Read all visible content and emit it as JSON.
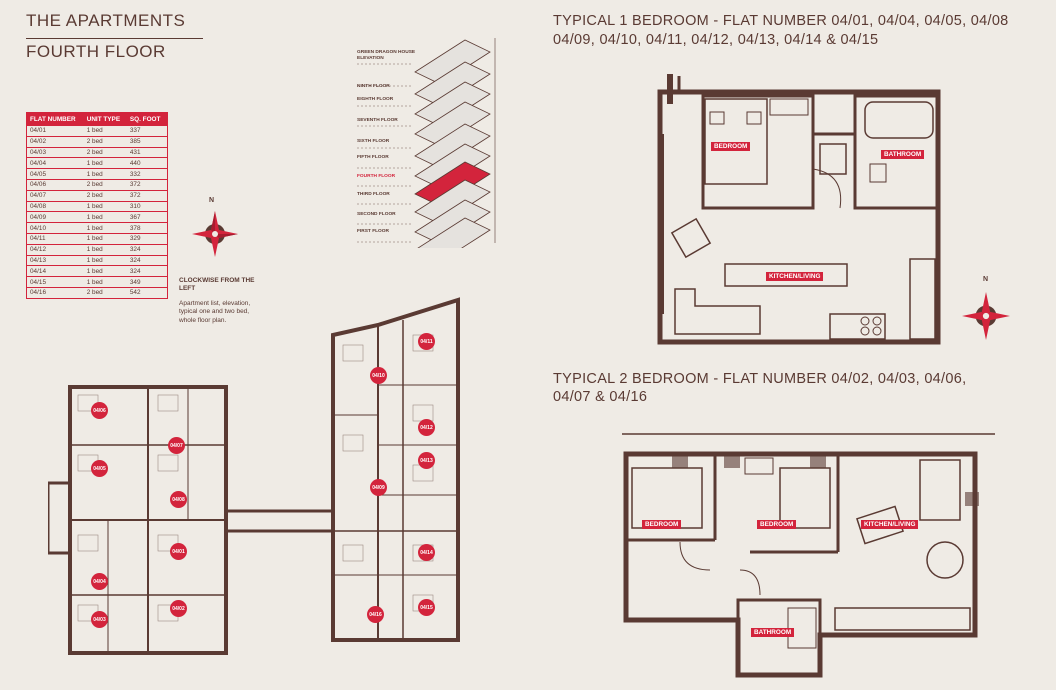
{
  "header": {
    "title": "THE APARTMENTS",
    "subtitle": "FOURTH FLOOR"
  },
  "apartment_table": {
    "headers": [
      "FLAT NUMBER",
      "UNIT TYPE",
      "SQ. FOOT"
    ],
    "rows": [
      [
        "04/01",
        "1 bed",
        "337"
      ],
      [
        "04/02",
        "2 bed",
        "385"
      ],
      [
        "04/03",
        "2 bed",
        "431"
      ],
      [
        "04/04",
        "1 bed",
        "440"
      ],
      [
        "04/05",
        "1 bed",
        "332"
      ],
      [
        "04/06",
        "2 bed",
        "372"
      ],
      [
        "04/07",
        "2 bed",
        "372"
      ],
      [
        "04/08",
        "1 bed",
        "310"
      ],
      [
        "04/09",
        "1 bed",
        "367"
      ],
      [
        "04/10",
        "1 bed",
        "378"
      ],
      [
        "04/11",
        "1 bed",
        "329"
      ],
      [
        "04/12",
        "1 bed",
        "324"
      ],
      [
        "04/13",
        "1 bed",
        "324"
      ],
      [
        "04/14",
        "1 bed",
        "324"
      ],
      [
        "04/15",
        "1 bed",
        "349"
      ],
      [
        "04/16",
        "2 bed",
        "542"
      ]
    ]
  },
  "compass": {
    "north_label": "N"
  },
  "note": {
    "heading": "CLOCKWISE FROM THE LEFT",
    "body": "Apartment list, elevation, typical one and two bed, whole floor plan."
  },
  "elevation": {
    "labels": [
      "GREEN DRAGON HOUSE ELEVATION",
      "NINTH FLOOR",
      "EIGHTH FLOOR",
      "SEVENTH FLOOR",
      "SIXTH FLOOR",
      "FIFTH FLOOR",
      "FOURTH FLOOR",
      "THIRD FLOOR",
      "SECOND FLOOR",
      "FIRST FLOOR"
    ],
    "highlighted": "FOURTH FLOOR",
    "highlight_color": "#d3243c"
  },
  "plan_1bed": {
    "heading_line1": "TYPICAL 1 BEDROOM - FLAT NUMBER 04/01, 04/04, 04/05, 04/08",
    "heading_line2": "04/09, 04/10, 04/11, 04/12, 04/13, 04/14 & 04/15",
    "rooms": [
      "BEDROOM",
      "BATHROOM",
      "KITCHEN/LIVING"
    ]
  },
  "plan_2bed": {
    "heading_line1": "TYPICAL 2 BEDROOM - FLAT NUMBER 04/02, 04/03, 04/06,",
    "heading_line2": "04/07 & 04/16",
    "rooms": [
      "BEDROOM",
      "BEDROOM",
      "KITCHEN/LIVING",
      "BATHROOM"
    ]
  },
  "floor_plan": {
    "flats": [
      "04/01",
      "04/02",
      "04/03",
      "04/04",
      "04/05",
      "04/06",
      "04/07",
      "04/08",
      "04/09",
      "04/10",
      "04/11",
      "04/12",
      "04/13",
      "04/14",
      "04/15",
      "04/16"
    ]
  },
  "colors": {
    "accent": "#d3243c",
    "wall": "#5a3a33",
    "background": "#efebe5"
  }
}
